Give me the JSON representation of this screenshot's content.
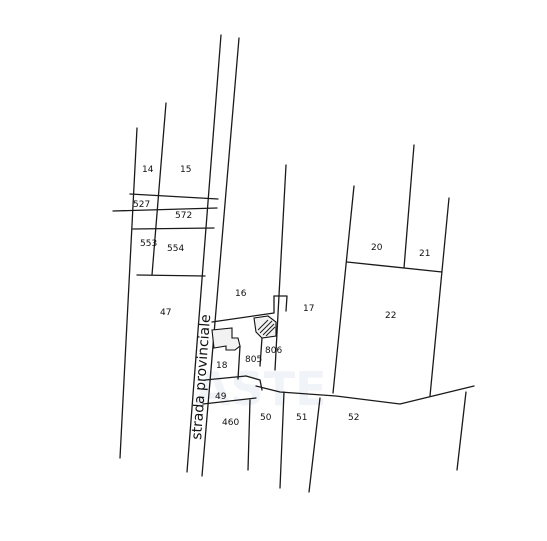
{
  "road_name": "strada provinciale",
  "parcels": {
    "p14": "14",
    "p15": "15",
    "p527": "527",
    "p572": "572",
    "p553": "553",
    "p554": "554",
    "p47": "47",
    "p16": "16",
    "p17": "17",
    "p18": "18",
    "p805": "805",
    "p806": "806",
    "p49": "49",
    "p460": "460",
    "p50": "50",
    "p51": "51",
    "p52": "52",
    "p20": "20",
    "p21": "21",
    "p22": "22"
  },
  "watermark": "ASTE"
}
